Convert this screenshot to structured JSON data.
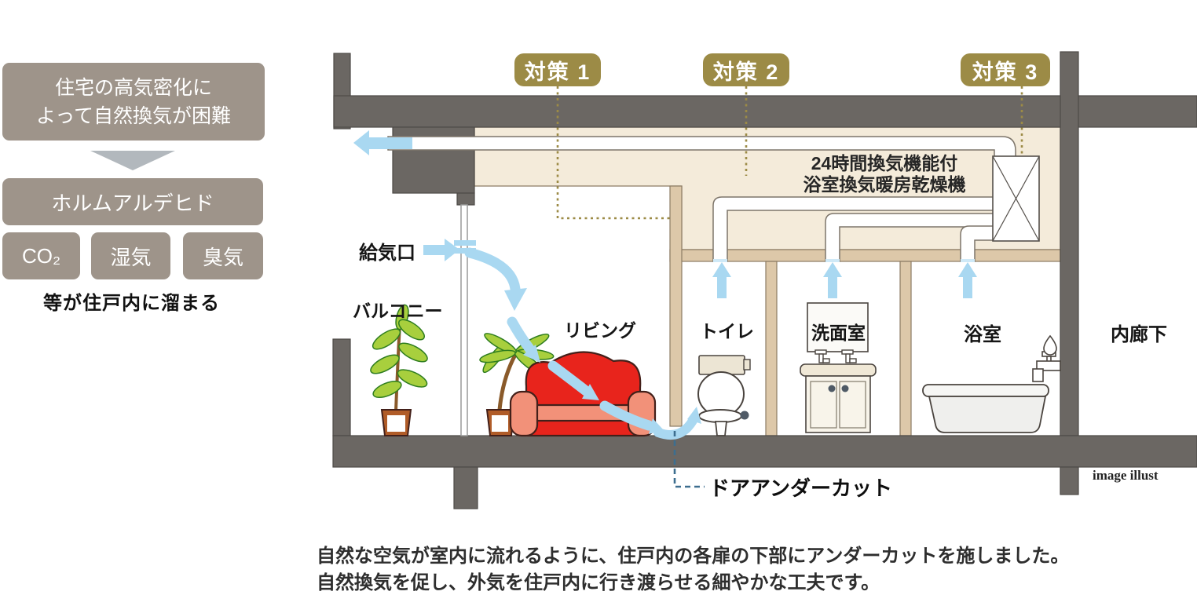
{
  "panel": {
    "box1_line1": "住宅の高気密化に",
    "box1_line2": "よって自然換気が困難",
    "box2": "ホルムアルデヒド",
    "tags": [
      "CO₂",
      "湿気",
      "臭気"
    ],
    "caption": "等が住戸内に溜まる"
  },
  "measures": [
    {
      "label": "対策 1"
    },
    {
      "label": "対策 2"
    },
    {
      "label": "対策 3"
    }
  ],
  "rooms": {
    "balcony": "バルコニー",
    "living": "リビング",
    "toilet": "トイレ",
    "washroom": "洗面室",
    "bathroom": "浴室",
    "corridor": "内廊下"
  },
  "labels": {
    "air_inlet": "給気口",
    "unit_line1": "24時間換気機能付",
    "unit_line2": "浴室換気暖房乾燥機",
    "door_undercut": "ドアアンダーカット",
    "watermark": "image illust"
  },
  "description": {
    "line1": "自然な空気が室内に流れるように、住戸内の各扉の下部にアンダーカットを施しました。",
    "line2": "自然換気を促し、外気を住戸内に行き渡らせる細やかな工夫です。"
  },
  "colors": {
    "measure_badge": "#9c8b46",
    "panel_box": "#9e948a",
    "wall_gray": "#6b6763",
    "plenum_beige": "#f4ebda",
    "partition_tan": "#ddc8a9",
    "airflow_blue": "#a9d8f1",
    "sofa_red": "#e8241c",
    "leader_blue": "#3d6e8f"
  }
}
